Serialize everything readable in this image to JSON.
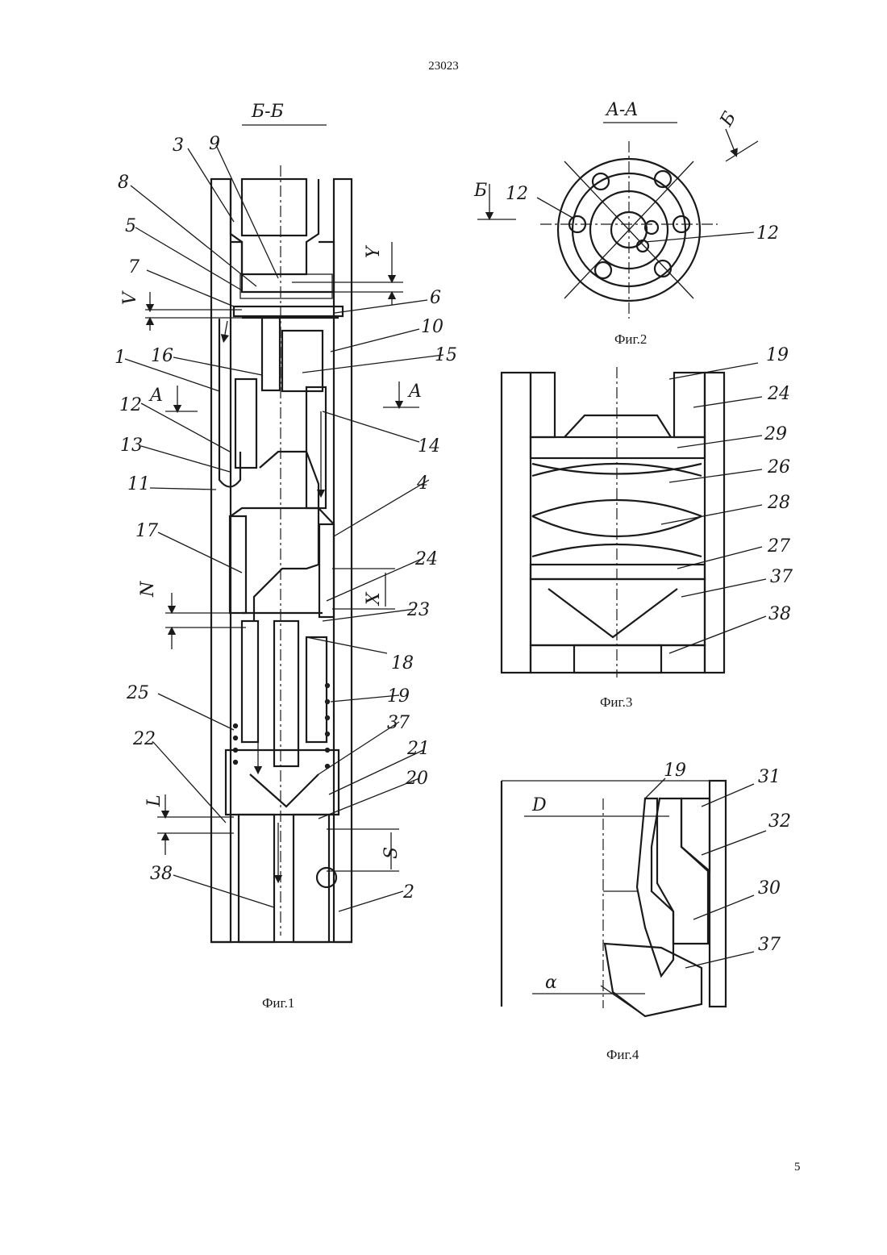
{
  "header": {
    "doc_number": "23023"
  },
  "footer": {
    "page_number": "5"
  },
  "figures": {
    "fig1": {
      "section": "Б-Б",
      "caption": "Фиг.1",
      "labels": [
        "3",
        "9",
        "8",
        "5",
        "7",
        "V",
        "Y",
        "6",
        "10",
        "1",
        "16",
        "15",
        "A",
        "A",
        "12",
        "13",
        "11",
        "14",
        "4",
        "17",
        "24",
        "N",
        "X",
        "23",
        "18",
        "25",
        "19",
        "22",
        "37",
        "21",
        "20",
        "L",
        "S",
        "38",
        "2"
      ]
    },
    "fig2": {
      "section": "A-A",
      "caption": "Фиг.2",
      "labels": [
        "Б",
        "12",
        "12",
        "Б"
      ]
    },
    "fig3": {
      "caption": "Фиг.3",
      "labels": [
        "19",
        "24",
        "29",
        "26",
        "28",
        "27",
        "37",
        "38"
      ]
    },
    "fig4": {
      "caption": "Фиг.4",
      "labels": [
        "19",
        "31",
        "D",
        "32",
        "30",
        "37",
        "α"
      ]
    }
  }
}
